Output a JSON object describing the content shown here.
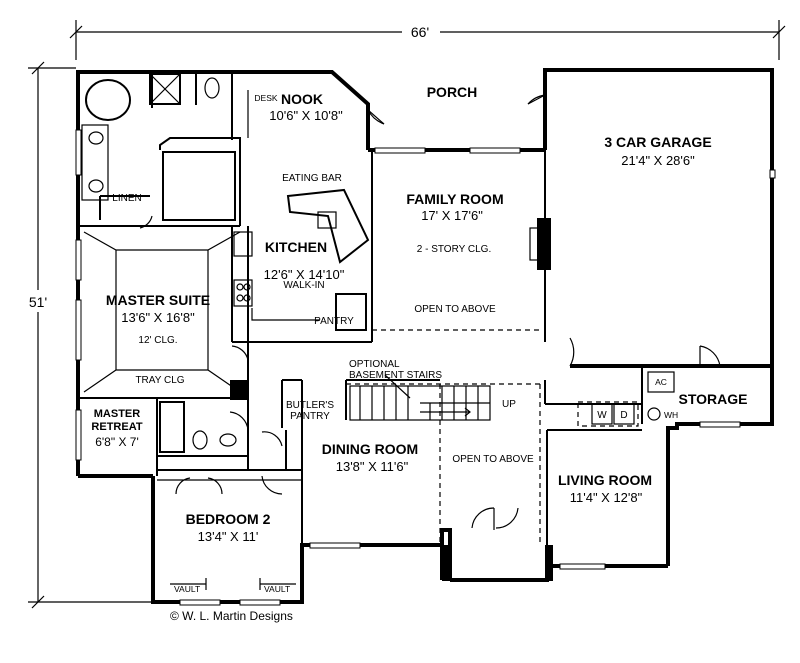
{
  "dimensions": {
    "width_label": "66'",
    "depth_label": "51'"
  },
  "rooms": {
    "nook": {
      "name": "NOOK",
      "size": "10'6\" X 10'8\""
    },
    "desk": {
      "name": "DESK"
    },
    "porch": {
      "name": "PORCH"
    },
    "garage": {
      "name": "3 CAR GARAGE",
      "size": "21'4\" X 28'6\""
    },
    "linen": {
      "name": "LINEN"
    },
    "eating_bar": {
      "name": "EATING BAR"
    },
    "kitchen": {
      "name": "KITCHEN",
      "size": "12'6\" X 14'10\""
    },
    "family": {
      "name": "FAMILY ROOM",
      "size": "17' X 17'6\"",
      "note": "2 - STORY CLG.",
      "note2": "OPEN TO ABOVE"
    },
    "master_suite": {
      "name": "MASTER SUITE",
      "size": "13'6\" X 16'8\"",
      "note": "12' CLG.",
      "note2": "TRAY CLG"
    },
    "walkin_pantry": {
      "line1": "WALK-IN",
      "line2": "PANTRY"
    },
    "stairs": {
      "line1": "OPTIONAL",
      "line2": "BASEMENT STAIRS",
      "up": "UP"
    },
    "butlers": {
      "line1": "BUTLER'S",
      "line2": "PANTRY"
    },
    "master_retreat": {
      "line1": "MASTER",
      "line2": "RETREAT",
      "size": "6'8\" X 7'"
    },
    "dining": {
      "name": "DINING ROOM",
      "size": "13'8\" X 11'6\""
    },
    "open_above": {
      "name": "OPEN TO ABOVE"
    },
    "living": {
      "name": "LIVING ROOM",
      "size": "11'4\" X 12'8\""
    },
    "storage": {
      "name": "STORAGE"
    },
    "bedroom2": {
      "name": "BEDROOM 2",
      "size": "13'4\" X 11'",
      "vault": "VAULT"
    }
  },
  "appliances": {
    "ac": "AC",
    "wh": "WH",
    "washer": "W",
    "dryer": "D"
  },
  "credit": "© W. L. Martin Designs"
}
